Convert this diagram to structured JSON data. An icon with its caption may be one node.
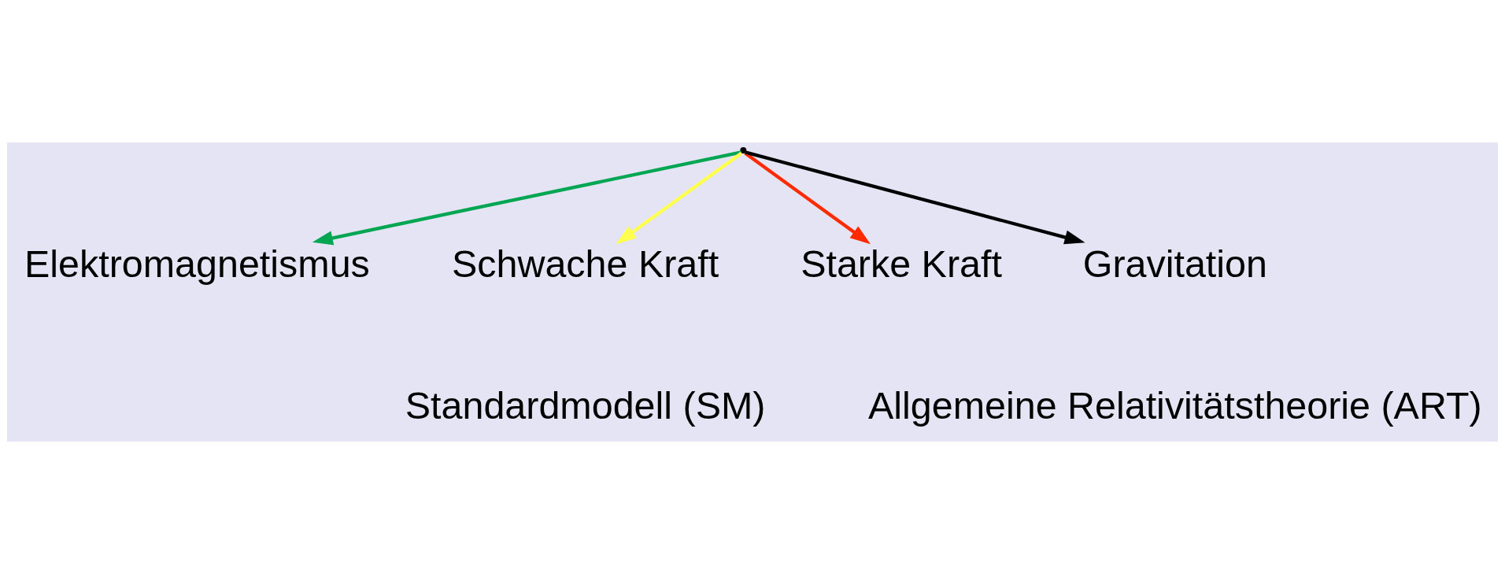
{
  "diagram": {
    "nodes": [
      {
        "text": [
          "Elektromagnetismus"
        ]
      },
      {
        "text": [
          "Schwache Kraft"
        ]
      },
      {
        "text": [
          "Starke Kraft"
        ]
      },
      {
        "text": [
          "Gravitation"
        ]
      }
    ],
    "edges": [
      {
        "from": null,
        "to": 0,
        "arrow": "to",
        "color": "#00a651"
      },
      {
        "from": null,
        "to": 1,
        "arrow": "to",
        "color": "#ffff4d"
      },
      {
        "from": null,
        "to": 2,
        "arrow": "to",
        "color": "#ff2a00"
      },
      {
        "from": null,
        "to": 3,
        "arrow": "to",
        "color": "#000000"
      }
    ],
    "labels": [
      "Standardmodell (SM)",
      "Allgemeine Relativitätstheorie (ART)"
    ]
  }
}
